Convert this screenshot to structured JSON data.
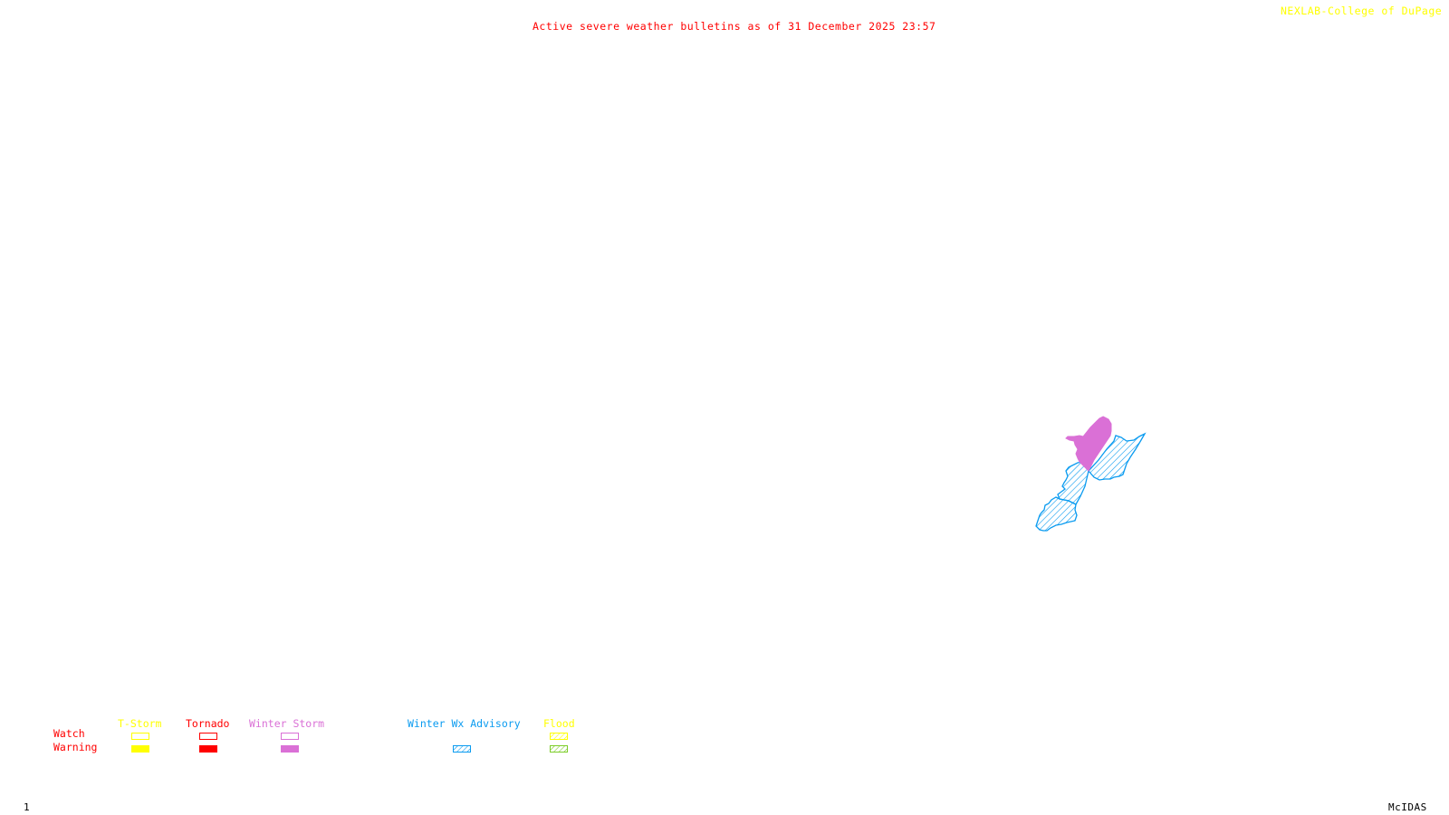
{
  "header": {
    "title": "Active severe weather bulletins as of 31 December 2025 23:57",
    "credit": "NEXLAB-College of DuPage",
    "credit_icon": "registered-mark-icon"
  },
  "footer": {
    "frame_number": "1",
    "software": "McIDAS"
  },
  "colors": {
    "title": "#ff0000",
    "credit": "#ffff00",
    "tstorm": "#ffff00",
    "tornado": "#ff0000",
    "winter_storm": "#da70d6",
    "winter_wx_advisory": "#0a9bf0",
    "flood_watch": "#ffff00",
    "flood_warning": "#7ccd28"
  },
  "legend": {
    "row_labels": {
      "watch": "Watch",
      "warning": "Warning"
    },
    "columns": [
      {
        "label": "T-Storm",
        "watch": "outline",
        "warning": "filled"
      },
      {
        "label": "Tornado",
        "watch": "outline",
        "warning": "filled"
      },
      {
        "label": "Winter Storm",
        "watch": "outline",
        "warning": "filled"
      },
      {
        "label": "Winter Wx Advisory",
        "watch": null,
        "warning": "hatched"
      },
      {
        "label": "Flood",
        "watch": "hatched",
        "warning": "hatched"
      }
    ]
  },
  "map": {
    "active_bulletins": [
      {
        "type": "Winter Storm Warning",
        "style": "filled",
        "color_key": "winter_storm",
        "regions": 1
      },
      {
        "type": "Winter Wx Advisory",
        "style": "hatched",
        "color_key": "winter_wx_advisory",
        "regions": 4
      }
    ]
  }
}
